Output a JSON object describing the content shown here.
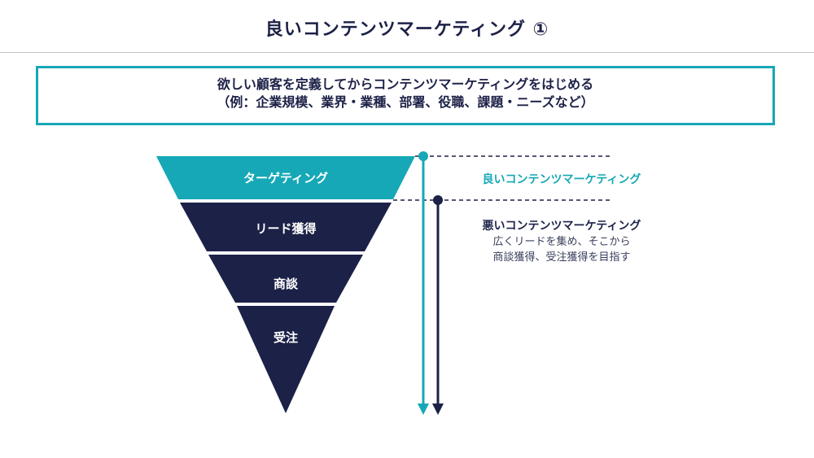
{
  "page": {
    "title": "良いコンテンツマーケティング ①"
  },
  "message": {
    "line1": "欲しい顧客を定義してからコンテンツマーケティングをはじめる",
    "line2": "（例：企業規模、業界・業種、部署、役職、課題・ニーズなど）"
  },
  "funnel": {
    "stages": [
      {
        "label": "ターゲティング",
        "color": "#16a8b6"
      },
      {
        "label": "リード獲得",
        "color": "#1c2147"
      },
      {
        "label": "商談",
        "color": "#1c2147"
      },
      {
        "label": "受注",
        "color": "#1c2147"
      }
    ]
  },
  "legend": {
    "good": {
      "label": "良いコンテンツマーケティング",
      "color": "#16a8b6"
    },
    "bad": {
      "label": "悪いコンテンツマーケティング",
      "desc_line1": "広くリードを集め、そこから",
      "desc_line2": "商談獲得、受注獲得を目指す",
      "color": "#1c2147"
    }
  }
}
